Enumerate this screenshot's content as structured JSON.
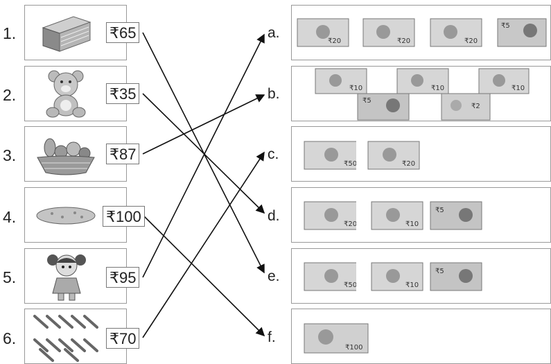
{
  "items": [
    {
      "number": "1.",
      "price": "₹65",
      "icon": "book-icon"
    },
    {
      "number": "2.",
      "price": "₹35",
      "icon": "teddy-bear-icon"
    },
    {
      "number": "3.",
      "price": "₹87",
      "icon": "fruit-basket-icon"
    },
    {
      "number": "4.",
      "price": "₹100",
      "icon": "bread-icon"
    },
    {
      "number": "5.",
      "price": "₹95",
      "icon": "doll-icon"
    },
    {
      "number": "6.",
      "price": "₹70",
      "icon": "pens-icon"
    }
  ],
  "options": [
    {
      "letter": "a.",
      "notes": [
        "₹20",
        "₹20",
        "₹20",
        "₹5"
      ]
    },
    {
      "letter": "b.",
      "notes": [
        "₹10",
        "₹10",
        "₹10",
        "₹5",
        "₹2"
      ]
    },
    {
      "letter": "c.",
      "notes": [
        "₹50",
        "₹20"
      ]
    },
    {
      "letter": "d.",
      "notes": [
        "₹20",
        "₹10",
        "₹5"
      ]
    },
    {
      "letter": "e.",
      "notes": [
        "₹50",
        "₹10",
        "₹5"
      ]
    },
    {
      "letter": "f.",
      "notes": [
        "₹100"
      ]
    }
  ],
  "matches": [
    {
      "from": 1,
      "to": "e."
    },
    {
      "from": 2,
      "to": "d."
    },
    {
      "from": 3,
      "to": "b."
    },
    {
      "from": 4,
      "to": "f."
    },
    {
      "from": 5,
      "to": "a."
    },
    {
      "from": 6,
      "to": "c."
    }
  ]
}
